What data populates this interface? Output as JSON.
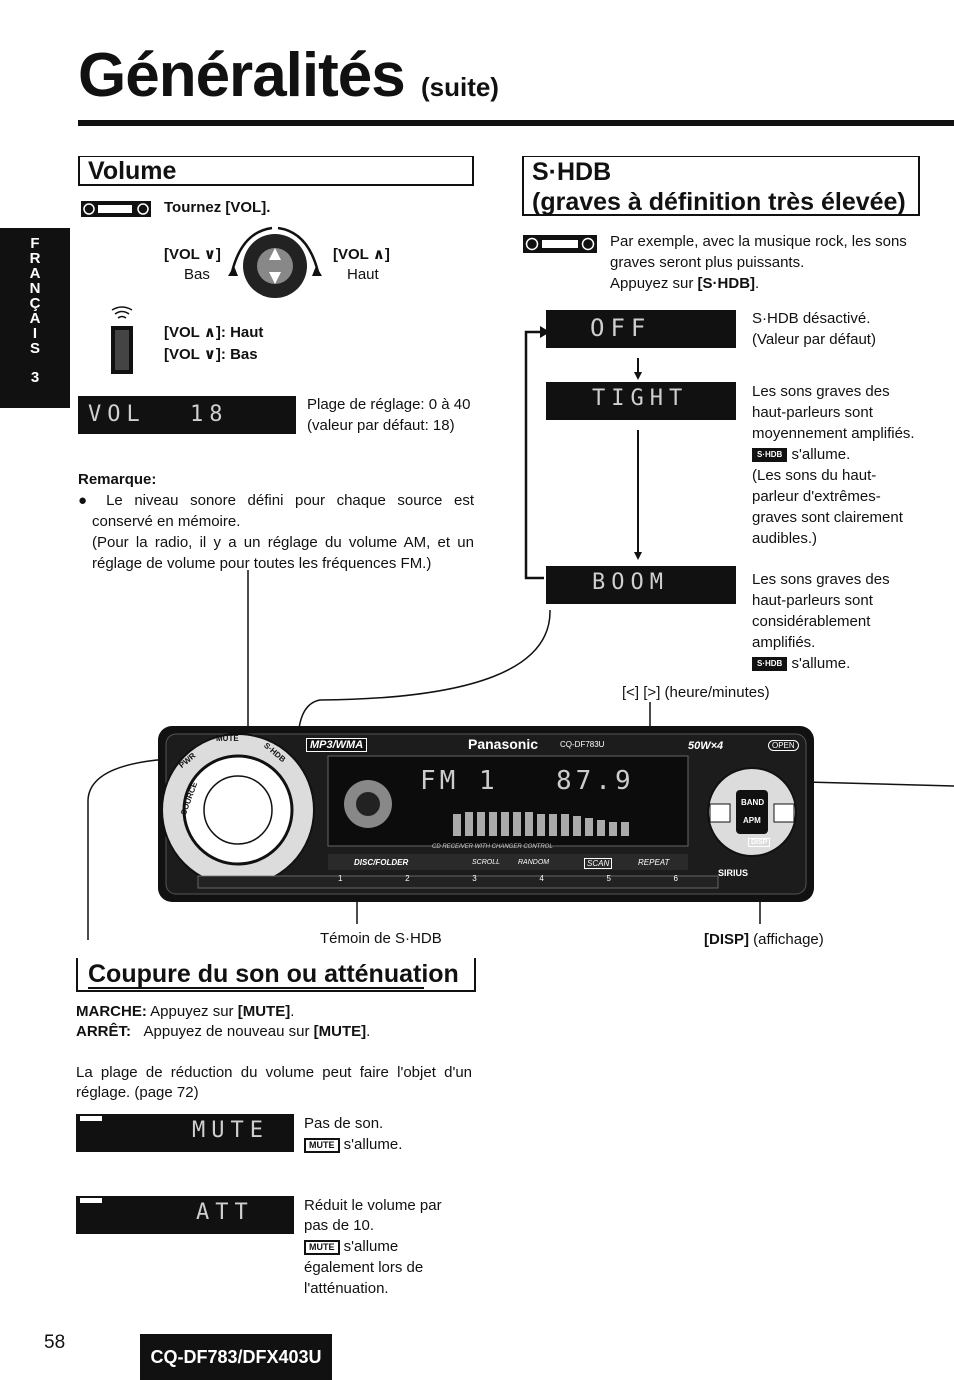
{
  "header": {
    "title": "Généralités",
    "suffix": "(suite)"
  },
  "side_tab": {
    "letters": [
      "F",
      "R",
      "A",
      "N",
      "Ç",
      "A",
      "I",
      "S"
    ],
    "number": "3"
  },
  "volume": {
    "heading": "Volume",
    "instruction": "Tournez [VOL].",
    "vol_down": "[VOL ∨]",
    "vol_down_label": "Bas",
    "vol_up": "[VOL ∧]",
    "vol_up_label": "Haut",
    "remote_up": "[VOL ∧]: Haut",
    "remote_down": "[VOL ∨]: Bas",
    "lcd_left": "VOL",
    "lcd_right": "18",
    "range_line1": "Plage de réglage: 0 à 40",
    "range_line2": "(valeur par défaut: 18)",
    "remark_title": "Remarque:",
    "remark_line1": "Le niveau sonore défini pour chaque source est",
    "remark_line2": "conservé en mémoire.",
    "remark_line3": "(Pour la radio, il y a un réglage du volume AM, et un",
    "remark_line4": "réglage de volume pour toutes les fréquences FM.)"
  },
  "shdb": {
    "heading1": "S·HDB",
    "heading2": "(graves à définition très élevée)",
    "intro1": "Par exemple, avec la musique rock, les sons",
    "intro2": "graves seront plus puissants.",
    "intro3_prefix": "Appuyez sur ",
    "intro3_key": "[S·HDB]",
    "intro3_suffix": ".",
    "lcd_off": "OFF",
    "lcd_tight": "TIGHT",
    "lcd_boom": "BOOM",
    "off_1": "S·HDB désactivé.",
    "off_2": "(Valeur par défaut)",
    "tight_1": "Les sons graves des",
    "tight_2": "haut-parleurs sont",
    "tight_3": "moyennement amplifiés.",
    "tight_4": "s'allume.",
    "tight_5": "(Les sons du haut-",
    "tight_6": "parleur d'extrêmes-",
    "tight_7": "graves sont clairement",
    "tight_8": "audibles.)",
    "boom_1": "Les sons graves des",
    "boom_2": "haut-parleurs sont",
    "boom_3": "considérablement",
    "boom_4": "amplifiés.",
    "boom_5": "s'allume.",
    "badge": "S·HDB"
  },
  "device": {
    "time_label": "[<] [>] (heure/minutes)",
    "shdb_indicator": "Témoin de S·HDB",
    "disp_key": "[DISP]",
    "disp_label": " (affichage)",
    "brand": "Panasonic",
    "model_small": "CQ-DF783U",
    "mp3": "MP3/WMA",
    "power": "50W×4",
    "lcd_band": "FM 1",
    "lcd_freq": "87.9",
    "open": "OPEN",
    "mute_knob": "MUTE",
    "source": "SOURCE",
    "pwr": "PWR",
    "shdb_btn": "S·HDB",
    "band": "BAND",
    "apm": "APM",
    "disp": "DISP",
    "sirius": "SIRIUS",
    "changer": "CD RECEIVER WITH CHANGER CONTROL",
    "disc_folder": "DISC/FOLDER",
    "scroll": "SCROLL",
    "random": "RANDOM",
    "scan": "SCAN",
    "repeat": "REPEAT",
    "presets": [
      "1",
      "2",
      "3",
      "4",
      "5",
      "6"
    ]
  },
  "mute": {
    "heading": "Coupure du son ou atténuation",
    "on_label": "MARCHE:",
    "on_text_prefix": "Appuyez sur ",
    "on_text_key": "[MUTE]",
    "on_text_suffix": ".",
    "off_label": "ARRÊT:",
    "off_text_prefix": "Appuyez de nouveau sur ",
    "off_text_key": "[MUTE]",
    "off_text_suffix": ".",
    "note1": "La plage de réduction du volume peut faire l'objet d'un",
    "note2": "réglage. (page 72)",
    "lcd_mute": "MUTE",
    "lcd_att": "ATT",
    "badge": "MUTE",
    "mute_1": "Pas de son.",
    "mute_2": "s'allume.",
    "att_1": "Réduit le volume par",
    "att_2": "pas de 10.",
    "att_3": "s'allume",
    "att_4": "également lors de",
    "att_5": "l'atténuation."
  },
  "footer": {
    "page": "58",
    "model": "CQ-DF783/DFX403U"
  }
}
